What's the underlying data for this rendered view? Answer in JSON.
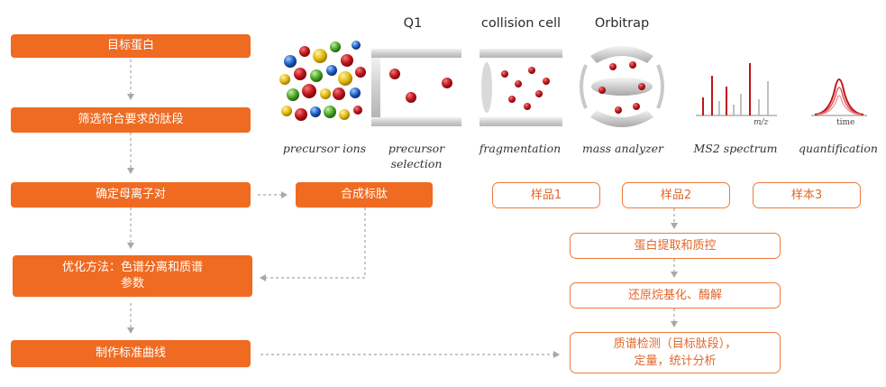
{
  "left_flow": {
    "step1": "目标蛋白",
    "step2": "筛选符合要求的肽段",
    "step3": "确定母离子对",
    "step4_line1": "优化方法：色谱分离和质谱",
    "step4_line2": "参数",
    "step5": "制作标准曲线"
  },
  "middle": {
    "synth": "合成标肽"
  },
  "samples": {
    "sample1": "样品1",
    "sample2": "样品2",
    "sample3": "样本3"
  },
  "right_flow": {
    "extract": "蛋白提取和质控",
    "reduce": "还原烷基化、酶解",
    "detect_line1": "质谱检测（目标肽段），",
    "detect_line2": "定量，统计分析"
  },
  "stages": {
    "q1": "Q1",
    "collision": "collision cell",
    "orbitrap": "Orbitrap",
    "cap_precursor_ions": "precursor ions",
    "cap_selection_line1": "precursor",
    "cap_selection_line2": "selection",
    "cap_fragmentation": "fragmentation",
    "cap_mass_analyzer": "mass analyzer",
    "cap_ms2": "MS2 spectrum",
    "cap_quant": "quantification",
    "axis_mz": "m/z",
    "axis_time": "time"
  },
  "colors": {
    "accent": "#ef6b22",
    "outline": "#ef7a3b",
    "arrow": "#a8a8a8"
  }
}
